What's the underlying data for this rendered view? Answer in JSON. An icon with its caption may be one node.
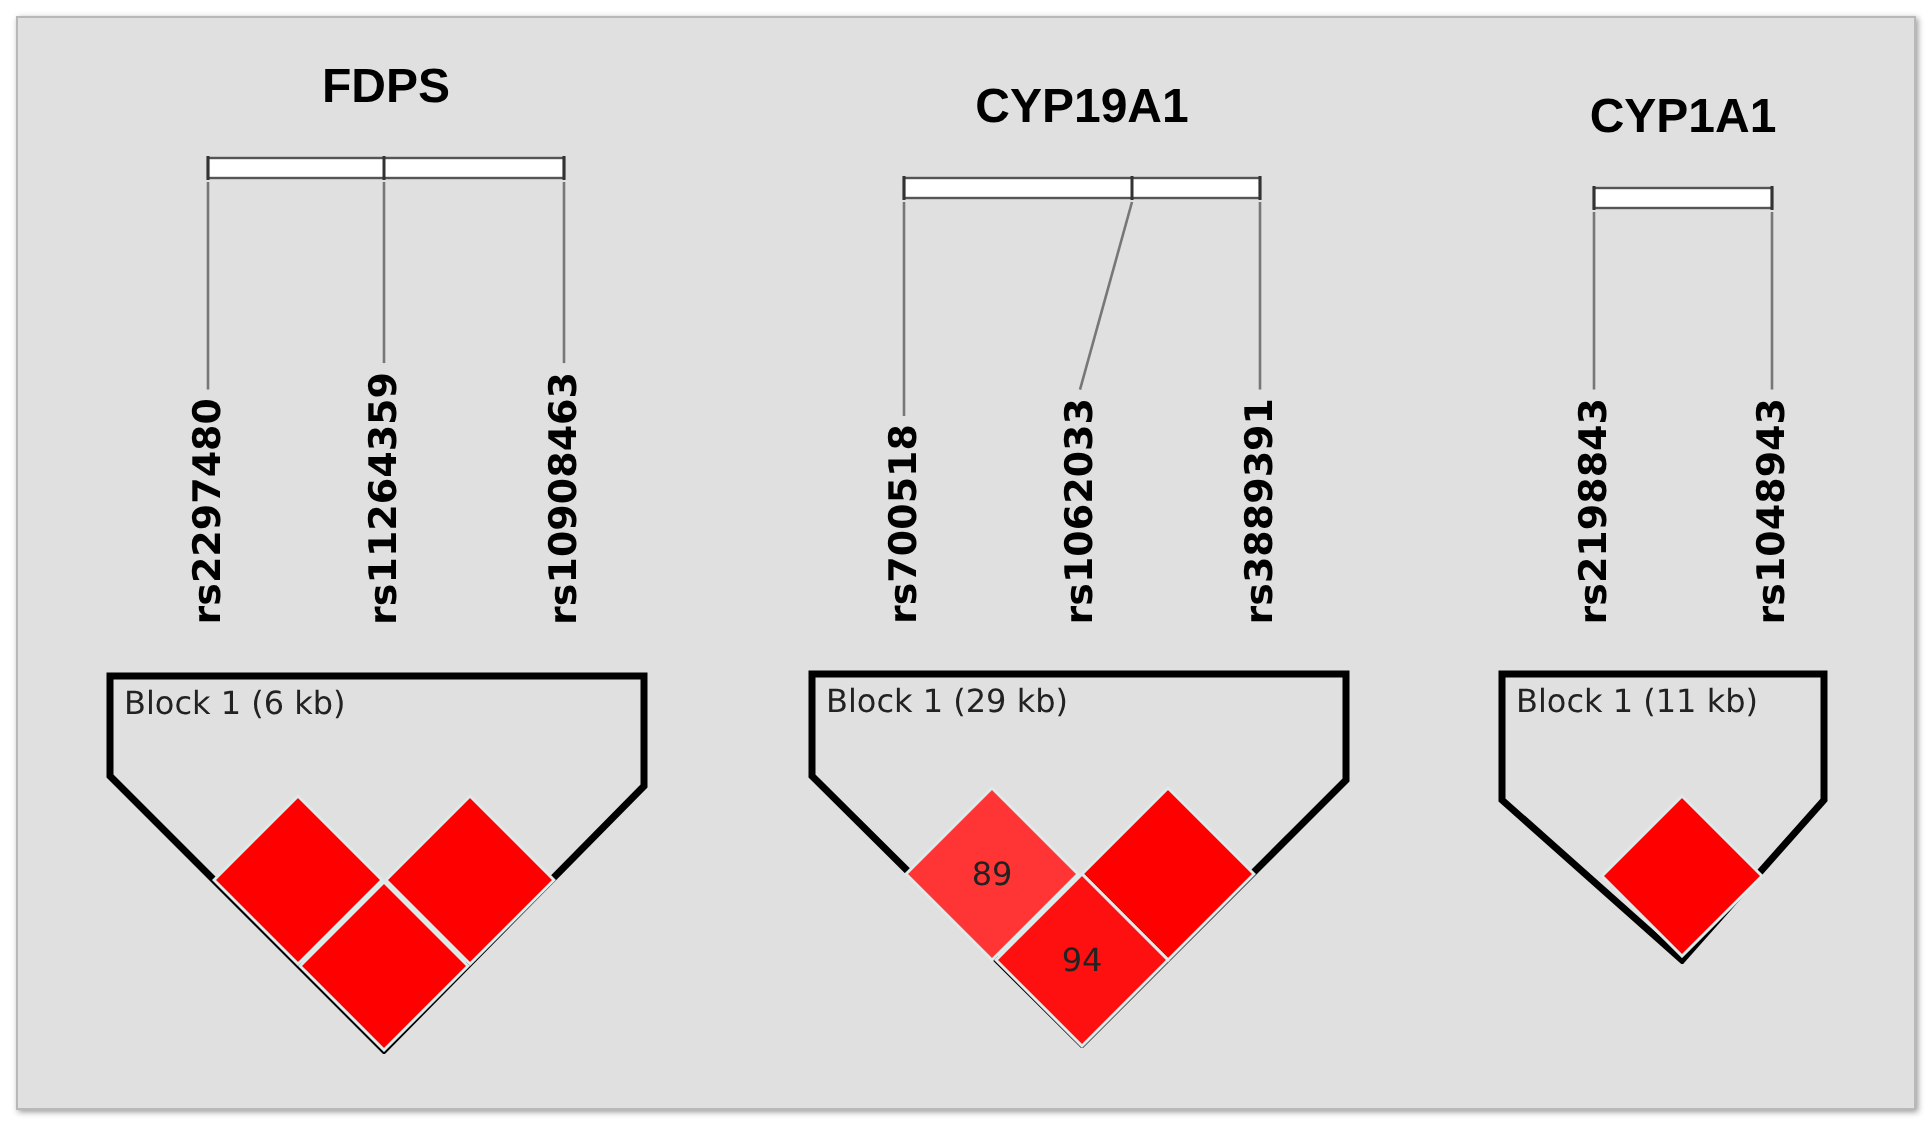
{
  "diagram": {
    "nodes": [
      {
        "text": [
          "FDPS"
        ]
      },
      {
        "text": [
          "rs2297480"
        ]
      },
      {
        "text": [
          "rs11264359"
        ]
      },
      {
        "text": [
          "rs10908463"
        ]
      },
      {
        "text": [
          "Block 1 (6 kb)"
        ]
      },
      {
        "text": [],
        "shape": "diamond",
        "in": 4
      },
      {
        "text": [],
        "shape": "diamond",
        "in": 4
      },
      {
        "text": [],
        "shape": "diamond",
        "in": 4
      },
      {
        "text": [
          "CYP19A1"
        ]
      },
      {
        "text": [
          "rs700518"
        ]
      },
      {
        "text": [
          "rs1062033"
        ]
      },
      {
        "text": [
          "rs3889391"
        ]
      },
      {
        "text": [
          "Block 1 (29 kb)"
        ]
      },
      {
        "text": [
          "89"
        ],
        "in": 12
      },
      {
        "text": [],
        "shape": "diamond",
        "in": 12
      },
      {
        "text": [
          "94"
        ],
        "in": 12
      },
      {
        "text": [
          "CYP1A1"
        ]
      },
      {
        "text": [
          "rs2198843"
        ]
      },
      {
        "text": [
          "rs1048943"
        ]
      },
      {
        "text": [
          "Block 1 (11 kb)"
        ]
      },
      {
        "text": [],
        "shape": "diamond",
        "in": 19
      }
    ],
    "edges": [
      {
        "from": 1,
        "to": 0,
        "arrow": "none"
      },
      {
        "from": 2,
        "to": 0,
        "arrow": "none"
      },
      {
        "from": 3,
        "to": 0,
        "arrow": "none"
      },
      {
        "from": 9,
        "to": 8,
        "arrow": "none"
      },
      {
        "from": 10,
        "to": 8,
        "arrow": "none"
      },
      {
        "from": 11,
        "to": 8,
        "arrow": "none"
      },
      {
        "from": 17,
        "to": 16,
        "arrow": "none"
      },
      {
        "from": 18,
        "to": 16,
        "arrow": "none"
      }
    ]
  }
}
